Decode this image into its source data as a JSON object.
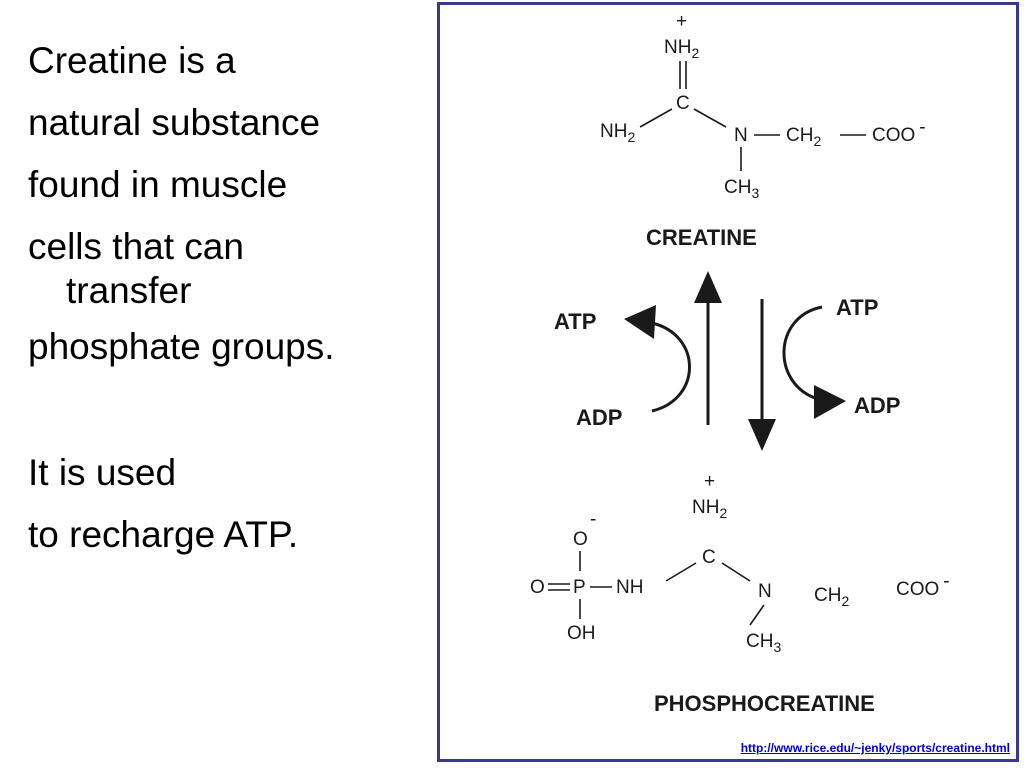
{
  "text": {
    "lines": [
      "Creatine is a",
      "natural substance",
      "found in muscle",
      "cells that can",
      "transfer",
      "phosphate groups."
    ],
    "lines2": [
      "It is used",
      "to recharge ATP."
    ]
  },
  "diagram": {
    "creatine": {
      "name": "CREATINE",
      "plus": "+",
      "nh2_top": "NH",
      "nh2_top_sub": "2",
      "c": "C",
      "nh2_left": "NH",
      "nh2_left_sub": "2",
      "n": "N",
      "ch2": "CH",
      "ch2_sub": "2",
      "coo": "COO",
      "coo_charge": "-",
      "ch3": "CH",
      "ch3_sub": "3"
    },
    "reaction": {
      "atp_left": "ATP",
      "adp_left": "ADP",
      "atp_right": "ATP",
      "adp_right": "ADP"
    },
    "phosphocreatine": {
      "name": "PHOSPHOCREATINE",
      "plus": "+",
      "nh2": "NH",
      "nh2_sub": "2",
      "c": "C",
      "o_top": "O",
      "o_charge": "-",
      "o_left": "O",
      "p": "P",
      "nh": "NH",
      "oh": "OH",
      "n": "N",
      "ch2": "CH",
      "ch2_sub": "2",
      "coo": "COO",
      "coo_charge": "-",
      "ch3": "CH",
      "ch3_sub": "3"
    },
    "source_url": "http://www.rice.edu/~jenky/sports/creatine.html"
  },
  "colors": {
    "frame_border": "#3a3a8c",
    "link": "#0000cc"
  }
}
